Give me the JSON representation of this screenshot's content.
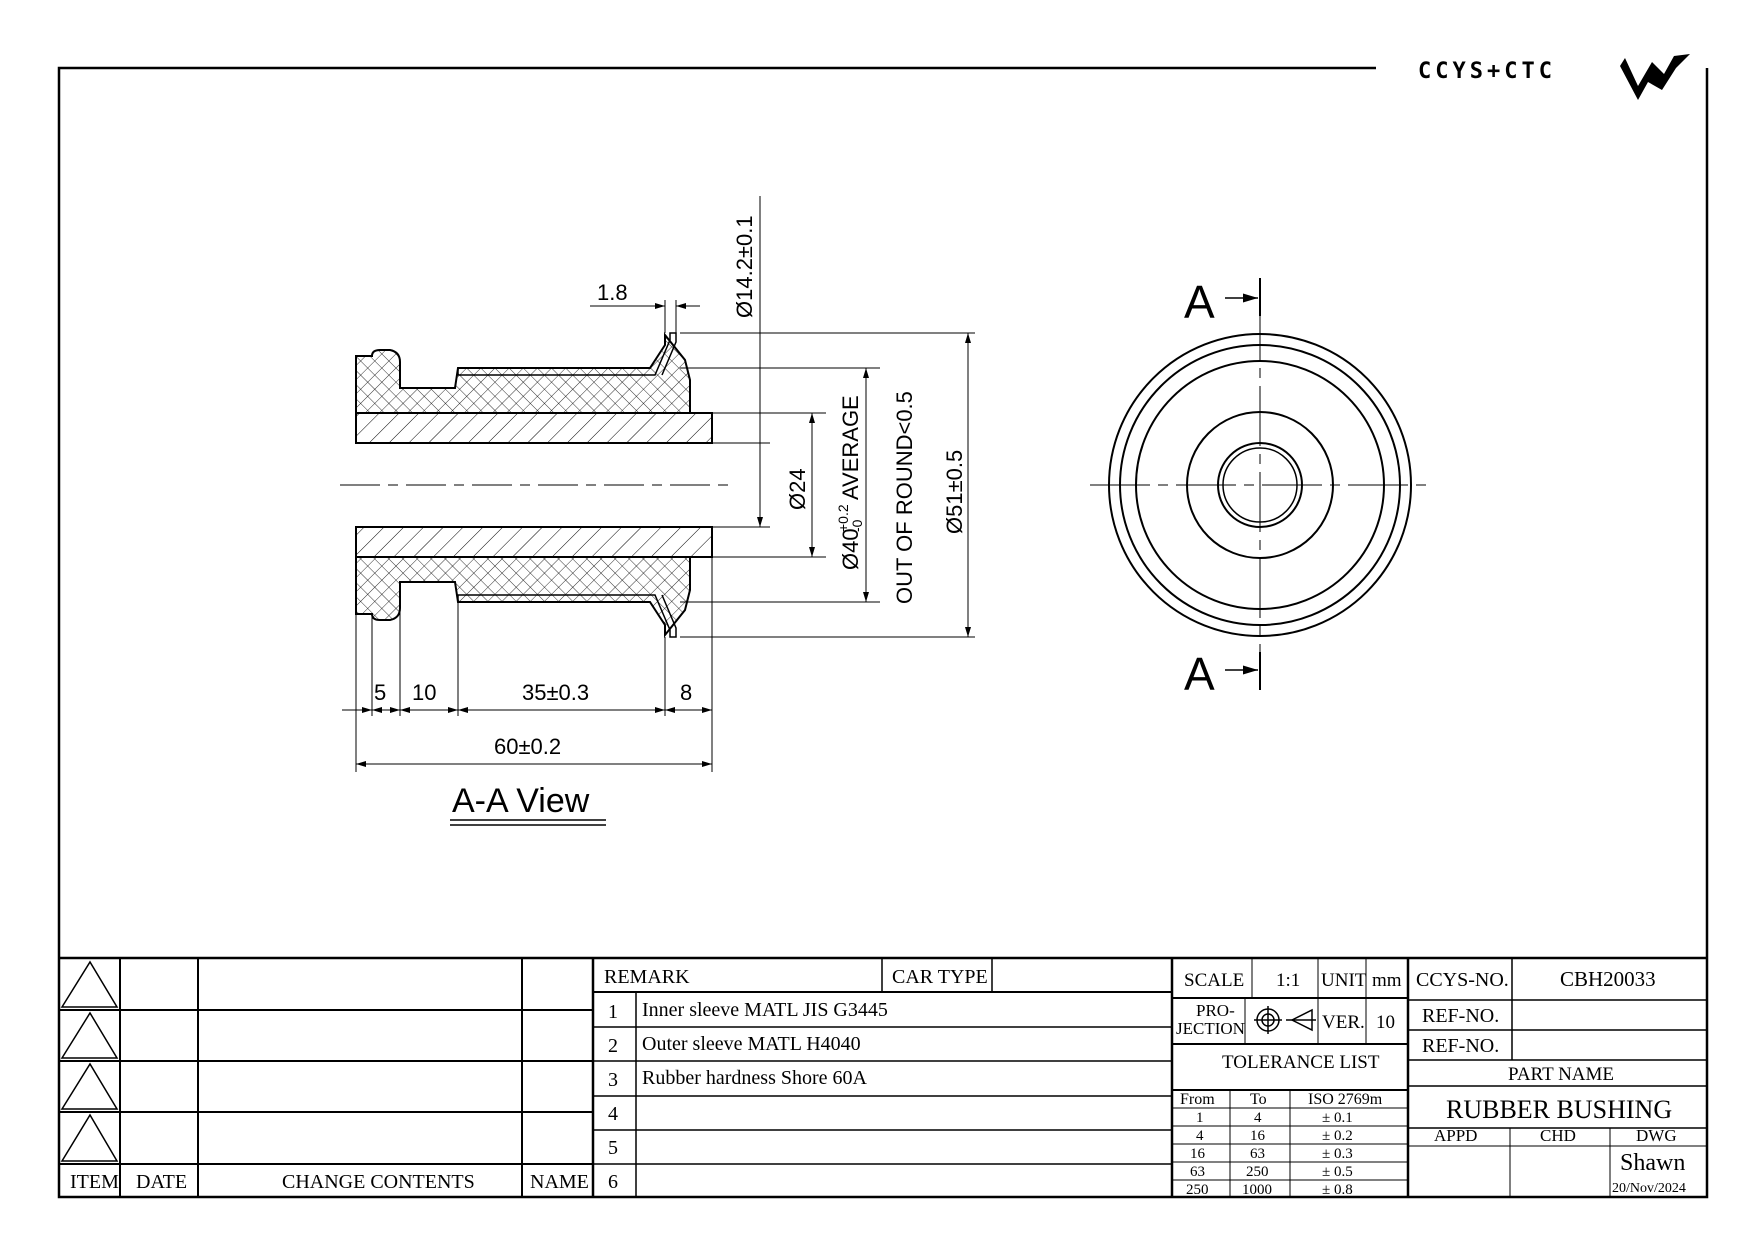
{
  "logo": {
    "text": "CCYS+CTC"
  },
  "section_view": {
    "label": "A-A View",
    "dims": {
      "flange_thickness": "1.8",
      "inner_dia": "Ø14.2±0.1",
      "bore_dia": "Ø24",
      "outer_sleeve_dia": "Ø40",
      "outer_sleeve_tol_upper": "+0.2",
      "outer_sleeve_tol_lower": "-0",
      "outer_sleeve_note": "AVERAGE",
      "out_of_round": "OUT OF ROUND<0.5",
      "overall_dia": "Ø51±0.5",
      "len_a": "5",
      "len_b": "10",
      "len_c": "35±0.3",
      "len_d": "8",
      "overall_len": "60±0.2"
    }
  },
  "end_view": {
    "section_mark": "A"
  },
  "revision_table": {
    "headers": {
      "item": "ITEM",
      "date": "DATE",
      "change": "CHANGE CONTENTS",
      "name": "NAME"
    }
  },
  "remarks": {
    "title": "REMARK",
    "car_type_label": "CAR TYPE",
    "rows": [
      {
        "no": "1",
        "text": "Inner sleeve MATL JIS G3445"
      },
      {
        "no": "2",
        "text": "Outer sleeve MATL H4040"
      },
      {
        "no": "3",
        "text": "Rubber hardness Shore 60A"
      },
      {
        "no": "4",
        "text": ""
      },
      {
        "no": "5",
        "text": ""
      },
      {
        "no": "6",
        "text": ""
      }
    ]
  },
  "title_block": {
    "scale_label": "SCALE",
    "scale_value": "1:1",
    "unit_label": "UNIT",
    "unit_value": "mm",
    "projection_label_1": "PRO-",
    "projection_label_2": "JECTION",
    "ver_label": "VER.",
    "ver_value": "10",
    "tolerance_title": "TOLERANCE LIST",
    "tolerance_headers": {
      "from": "From",
      "to": "To",
      "std": "ISO 2769m"
    },
    "tolerance_rows": [
      {
        "from": "1",
        "to": "4",
        "tol": "± 0.1"
      },
      {
        "from": "4",
        "to": "16",
        "tol": "± 0.2"
      },
      {
        "from": "16",
        "to": "63",
        "tol": "± 0.3"
      },
      {
        "from": "63",
        "to": "250",
        "tol": "± 0.5"
      },
      {
        "from": "250",
        "to": "1000",
        "tol": "± 0.8"
      }
    ],
    "ccys_no_label": "CCYS-NO.",
    "ccys_no_value": "CBH20033",
    "ref_no_label": "REF-NO.",
    "ref_no_label_2": "REF-NO.",
    "part_name_label": "PART NAME",
    "part_name_value": "RUBBER BUSHING",
    "appd_label": "APPD",
    "chd_label": "CHD",
    "dwg_label": "DWG",
    "dwg_name": "Shawn",
    "dwg_date": "20/Nov/2024"
  }
}
